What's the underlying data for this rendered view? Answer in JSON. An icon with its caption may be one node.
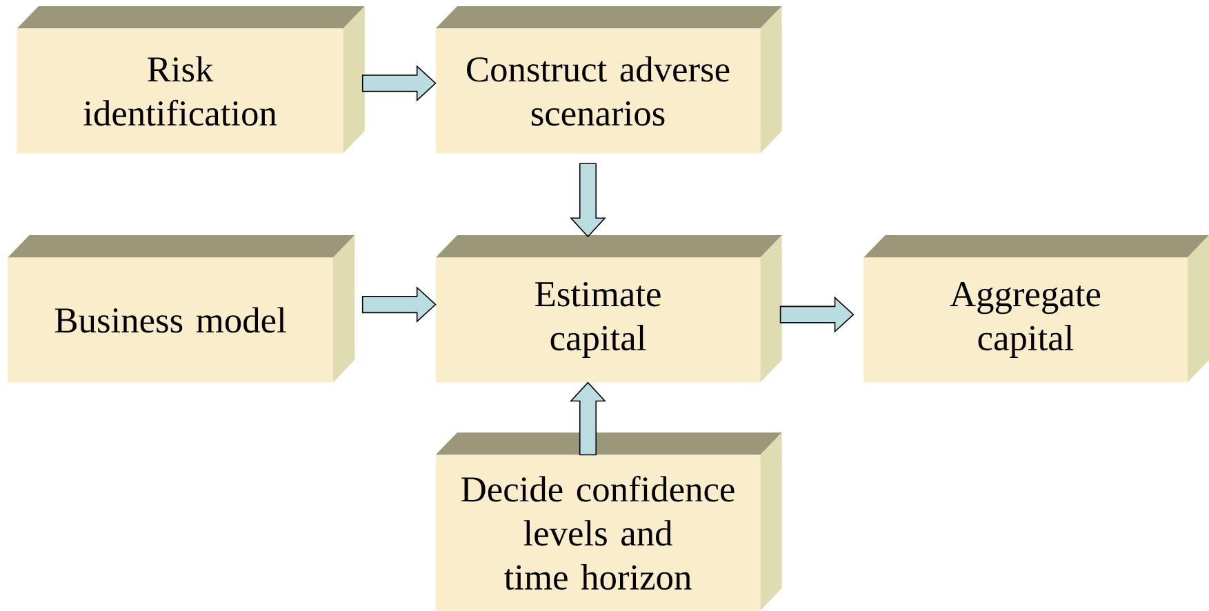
{
  "diagram": {
    "nodes": [
      {
        "text": [
          "Risk identification"
        ]
      },
      {
        "text": [
          "Construct adverse scenarios"
        ]
      },
      {
        "text": [
          "Business model"
        ]
      },
      {
        "text": [
          "Estimate capital"
        ]
      },
      {
        "text": [
          "Aggregate capital"
        ]
      },
      {
        "text": [
          "Decide confidence levels and time horizon"
        ]
      }
    ],
    "edges": [
      {
        "from": 0,
        "to": 1,
        "arrow": "to"
      },
      {
        "from": 1,
        "to": 3,
        "arrow": "to"
      },
      {
        "from": 2,
        "to": 3,
        "arrow": "to"
      },
      {
        "from": 3,
        "to": 4,
        "arrow": "to"
      },
      {
        "from": 5,
        "to": 3,
        "arrow": "to"
      }
    ]
  }
}
